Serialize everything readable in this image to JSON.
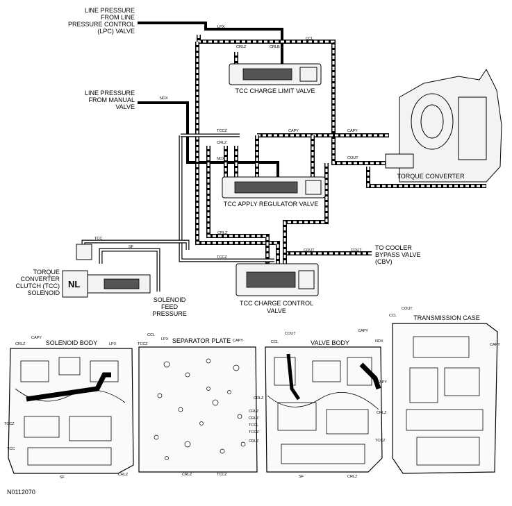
{
  "labels": {
    "line_pressure_lpc": [
      "LINE PRESSURE",
      "FROM LINE",
      "PRESSURE CONTROL",
      "(LPC) VALVE"
    ],
    "line_pressure_manual": [
      "LINE PRESSURE",
      "FROM MANUAL",
      "VALVE"
    ],
    "tcc_solenoid": [
      "TORQUE",
      "CONVERTER",
      "CLUTCH (TCC)",
      "SOLENOID"
    ],
    "solenoid_nl": "NL",
    "solenoid_feed": [
      "SOLENOID",
      "FEED",
      "PRESSURE"
    ],
    "tcc_charge_limit_valve": "TCC CHARGE LIMIT VALVE",
    "tcc_apply_regulator_valve": "TCC APPLY REGULATOR VALVE",
    "tcc_charge_control_valve": [
      "TCC CHARGE CONTROL",
      "VALVE"
    ],
    "torque_converter": "TORQUE CONVERTER",
    "to_cooler_bypass": [
      "TO COOLER",
      "BYPASS VALVE",
      "(CBV)"
    ],
    "solenoid_body": "SOLENOID BODY",
    "separator_plate": "SEPARATOR PLATE",
    "valve_body": "VALVE BODY",
    "transmission_case": "TRANSMISSION CASE",
    "figure_id": "N0112070"
  },
  "passage_tags": {
    "lpx": "LPX",
    "ccl": "CCL",
    "crlz": "CRLZ",
    "crlb": "CRLB",
    "ndx": "NDX",
    "tccz": "TCCZ",
    "capy": "CAPY",
    "cout": "COUT",
    "tcc": "TCC",
    "sf": "SF",
    "tccl": "TCCL"
  },
  "callouts": {
    "solenoid_body": [
      "CRLZ",
      "CAPY",
      "LPX",
      "TCCZ",
      "TCC",
      "SF",
      "CRLZ"
    ],
    "separator_plate": [
      "CCL",
      "LPX",
      "TCCZ",
      "CAPY",
      "CRLZ",
      "CRLZ",
      "CRLZ",
      "TCCZ"
    ],
    "valve_body": [
      "CCL",
      "COUT",
      "CAPY",
      "NDX",
      "CRLZ",
      "TCCL",
      "TCCZ",
      "CRLZ",
      "CAPY",
      "TCCZ",
      "SF",
      "CRLZ",
      "CRLZ"
    ],
    "transmission_case": [
      "COUT",
      "CCL",
      "CAPY"
    ]
  }
}
